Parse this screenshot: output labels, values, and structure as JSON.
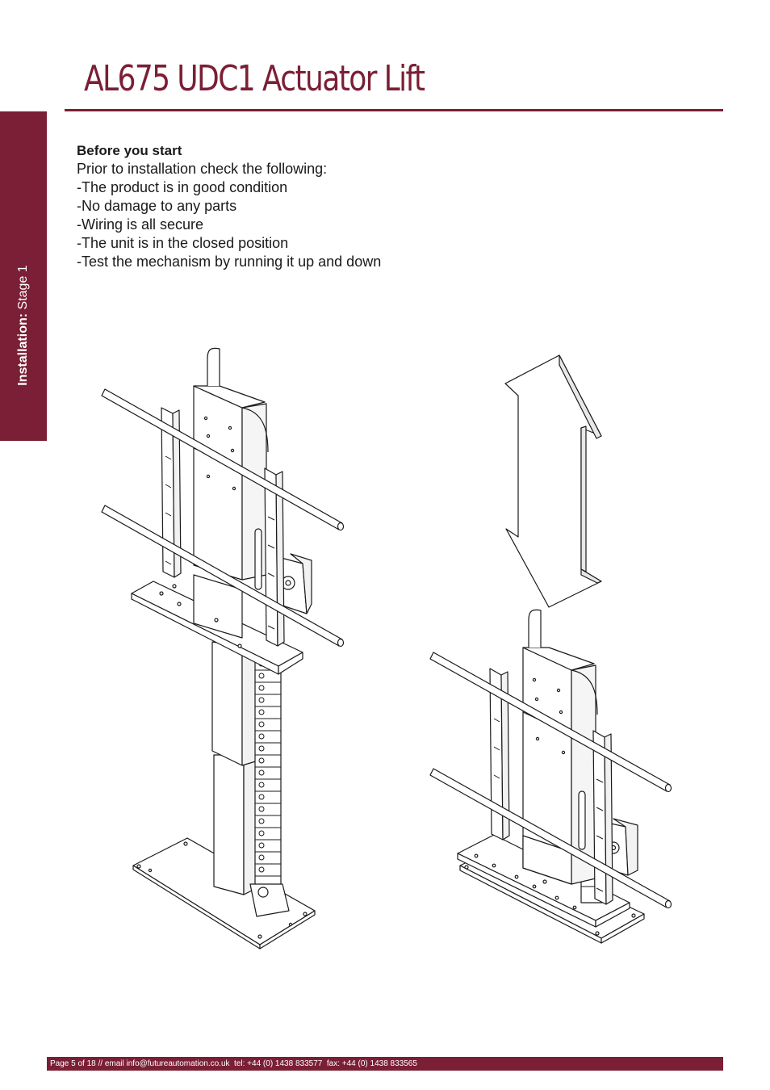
{
  "header": {
    "title": "AL675 UDC1 Actuator Lift"
  },
  "sidebar": {
    "section_bold": "Installation:",
    "section_rest": " Stage 1"
  },
  "intro": {
    "heading": "Before you start",
    "lead": "Prior to installation check the following:",
    "items": [
      "-The product is in good condition",
      "-No damage to any parts",
      "-Wiring is all secure",
      "-The unit is in the closed position",
      "-Test the mechanism by running it up and down"
    ]
  },
  "footer": {
    "text": "Page 5 of 18 // email info@futureautomation.co.uk  tel: +44 (0) 1438 833577  fax: +44 (0) 1438 833565"
  },
  "colors": {
    "brand": "#7a1f35",
    "line": "#1a1a1a"
  }
}
